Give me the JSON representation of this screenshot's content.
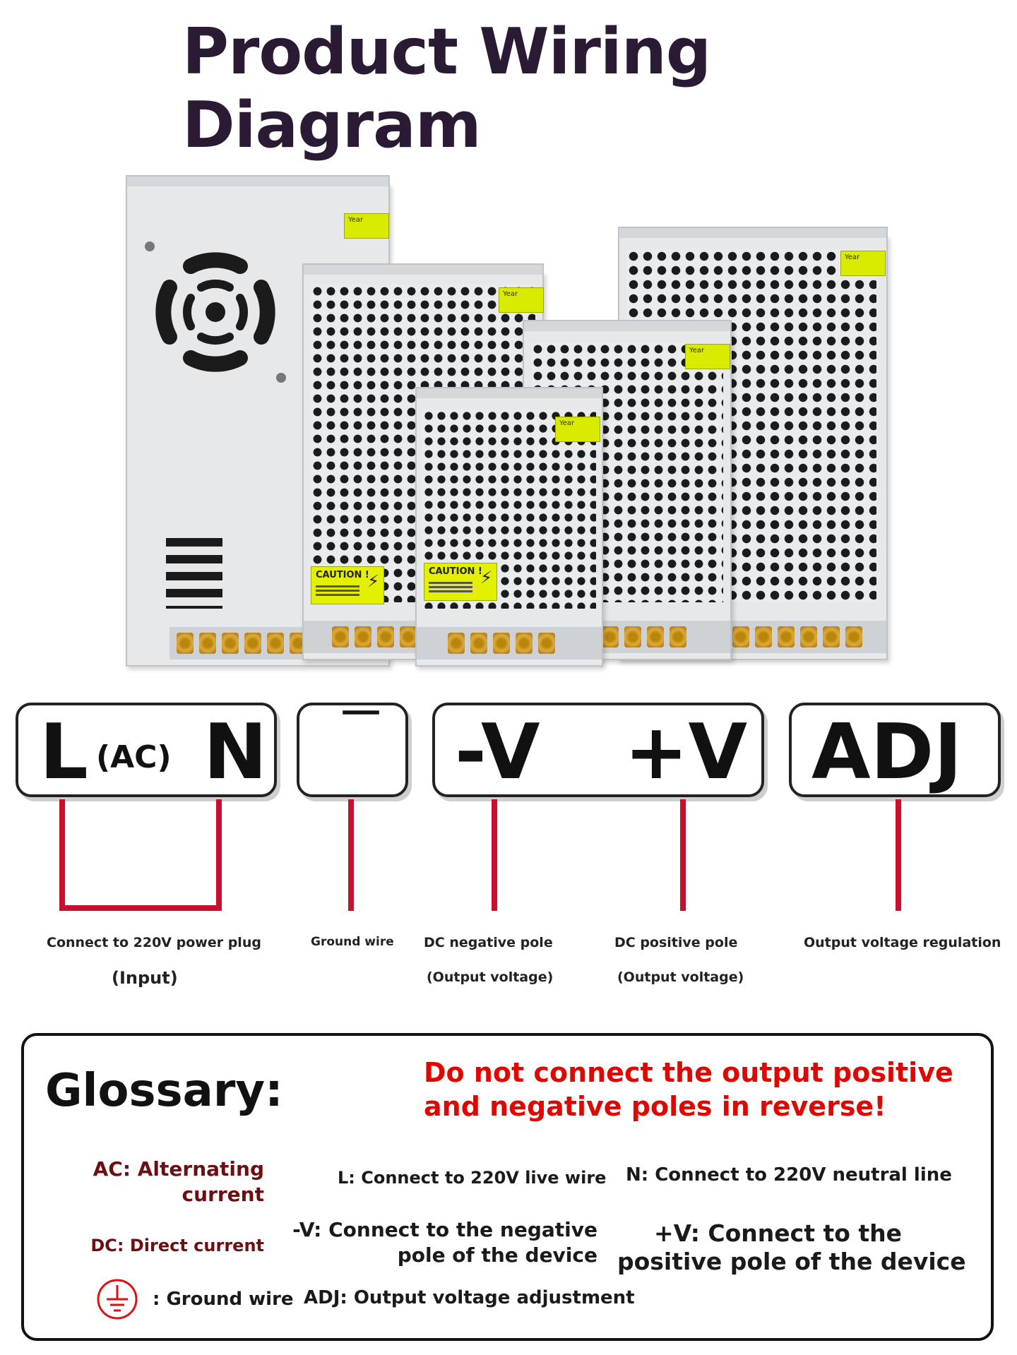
{
  "title": {
    "line1": "Product Wiring",
    "line2": "Diagram"
  },
  "product_labels": {
    "year_tag": "Year",
    "caution": "CAUTION !"
  },
  "terminals": {
    "l": "L",
    "ac": "(AC)",
    "n": "N",
    "ground": "⎺",
    "neg_v": "-V",
    "pos_v": "+V",
    "adj": "ADJ"
  },
  "captions": {
    "input_line1": "Connect to 220V power plug",
    "input_line2": "(Input)",
    "ground": "Ground wire",
    "neg_line1": "DC negative pole",
    "neg_line2": "(Output voltage)",
    "pos_line1": "DC positive pole",
    "pos_line2": "(Output voltage)",
    "adj": "Output voltage regulation"
  },
  "glossary": {
    "heading": "Glossary:",
    "warning_line1": "Do not connect the output positive",
    "warning_line2": "and negative poles in reverse!",
    "ac_line1": "AC: Alternating",
    "ac_line2": "current",
    "dc": "DC: Direct current",
    "ground": ": Ground wire",
    "l": "L: Connect to 220V live wire",
    "n": "N: Connect to 220V neutral line",
    "neg_line1": "-V: Connect to the negative",
    "neg_line2": "pole of the device",
    "pos_line1": "+V: Connect to the",
    "pos_line2": "positive pole of the device",
    "adj": "ADJ: Output voltage adjustment"
  },
  "colors": {
    "title": "#2a1a33",
    "wire": "#c8102e",
    "warning": "#e10600",
    "glossary_accent": "#6b0f12"
  }
}
